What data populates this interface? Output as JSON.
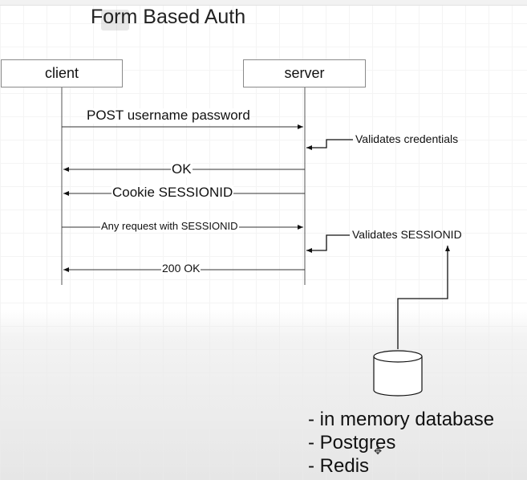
{
  "title": "Form Based Auth",
  "actors": {
    "client": "client",
    "server": "server"
  },
  "messages": [
    {
      "label": "POST username password",
      "direction": "client-to-server"
    },
    {
      "label": "OK",
      "direction": "server-to-client"
    },
    {
      "label": "Cookie SESSIONID",
      "direction": "server-to-client"
    },
    {
      "label": "Any request with SESSIONID",
      "direction": "client-to-server"
    },
    {
      "label": "200 OK",
      "direction": "server-to-client"
    }
  ],
  "notes": {
    "validates_credentials": "Validates credentials",
    "validates_sessionid": "Validates SESSIONID"
  },
  "database": {
    "icon": "database-cylinder-icon",
    "options": [
      "- in memory database",
      "- Postgres",
      "- Redis"
    ]
  }
}
